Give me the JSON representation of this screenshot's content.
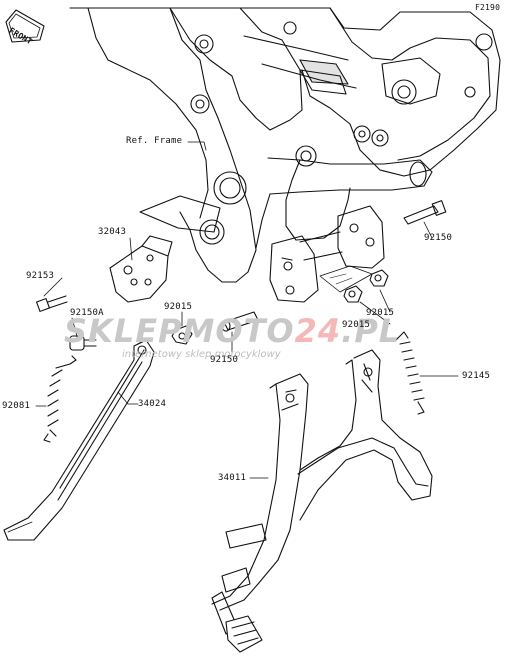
{
  "figure_code": "F2190",
  "front_badge": "FRONT",
  "labels": {
    "ref_frame": "Ref. Frame",
    "p32043": "32043",
    "p92153": "92153",
    "p92150a": "92150A",
    "p92015_left": "92015",
    "p92150_left": "92150",
    "p92081": "92081",
    "p34024": "34024",
    "p34011": "34011",
    "p92150_right": "92150",
    "p92015_right_top": "92015",
    "p92015_right_bottom": "92015",
    "p92145": "92145"
  },
  "watermark": {
    "brand_a": "SKLEP",
    "brand_b": "MOTO",
    "brand_c": "24",
    "brand_d": ".PL",
    "tagline": "internetowy sklep motocyklowy"
  },
  "colors": {
    "line": "#111111",
    "watermark_grey": "#c8c8c8",
    "watermark_red": "#f4b8b8"
  }
}
